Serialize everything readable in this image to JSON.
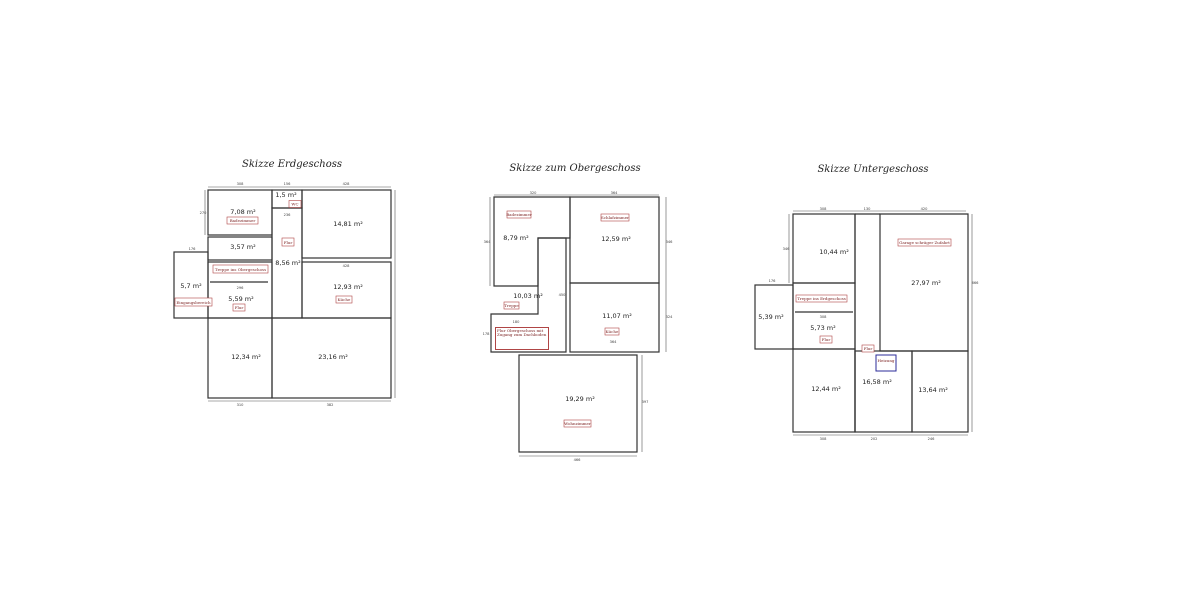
{
  "plans": {
    "eg": {
      "title": "Skizze Erdgeschoss",
      "areas": [
        "7,08 m²",
        "1,5 m²",
        "14,81 m²",
        "3,57 m²",
        "8,56 m²",
        "5,7 m²",
        "12,93 m²",
        "5,59 m²",
        "12,34 m²",
        "23,16 m²"
      ],
      "labels": [
        "Badezimmer",
        "WC",
        "Flur",
        "Treppe ins Obergeschoss",
        "Eingangsbereich",
        "Flur",
        "Küche"
      ],
      "dims": [
        "308",
        "156",
        "428",
        "270",
        "236",
        "176",
        "428",
        "296",
        "310",
        "382"
      ]
    },
    "og": {
      "title": "Skizze zum Obergeschoss",
      "areas": [
        "8,79 m²",
        "12,59 m²",
        "10,03 m²",
        "11,07 m²",
        "19,29 m²"
      ],
      "labels": [
        "Badezimmer",
        "Schlafzimmer",
        "Treppe",
        "Flur Obergeschoss mit Zugang zum Dachboden",
        "Küche",
        "Wohnzimmer"
      ],
      "dims": [
        "320",
        "364",
        "364",
        "346",
        "180",
        "364",
        "466",
        "324",
        "397",
        "450",
        "178"
      ]
    },
    "ug": {
      "title": "Skizze Untergeschoss",
      "areas": [
        "10,44 m²",
        "27,97 m²",
        "5,39 m²",
        "5,73 m²",
        "12,44 m²",
        "16,58 m²",
        "13,64 m²"
      ],
      "labels": [
        "Garage schräger Zufahrt",
        "Treppe ins Erdgeschoss",
        "Flur",
        "Flur",
        "Heizung"
      ],
      "dims": [
        "308",
        "130",
        "420",
        "346",
        "176",
        "308",
        "308",
        "202",
        "246",
        "666"
      ]
    }
  },
  "colors": {
    "label_border": "#b04545",
    "heizung_border": "#2b2b9a"
  }
}
